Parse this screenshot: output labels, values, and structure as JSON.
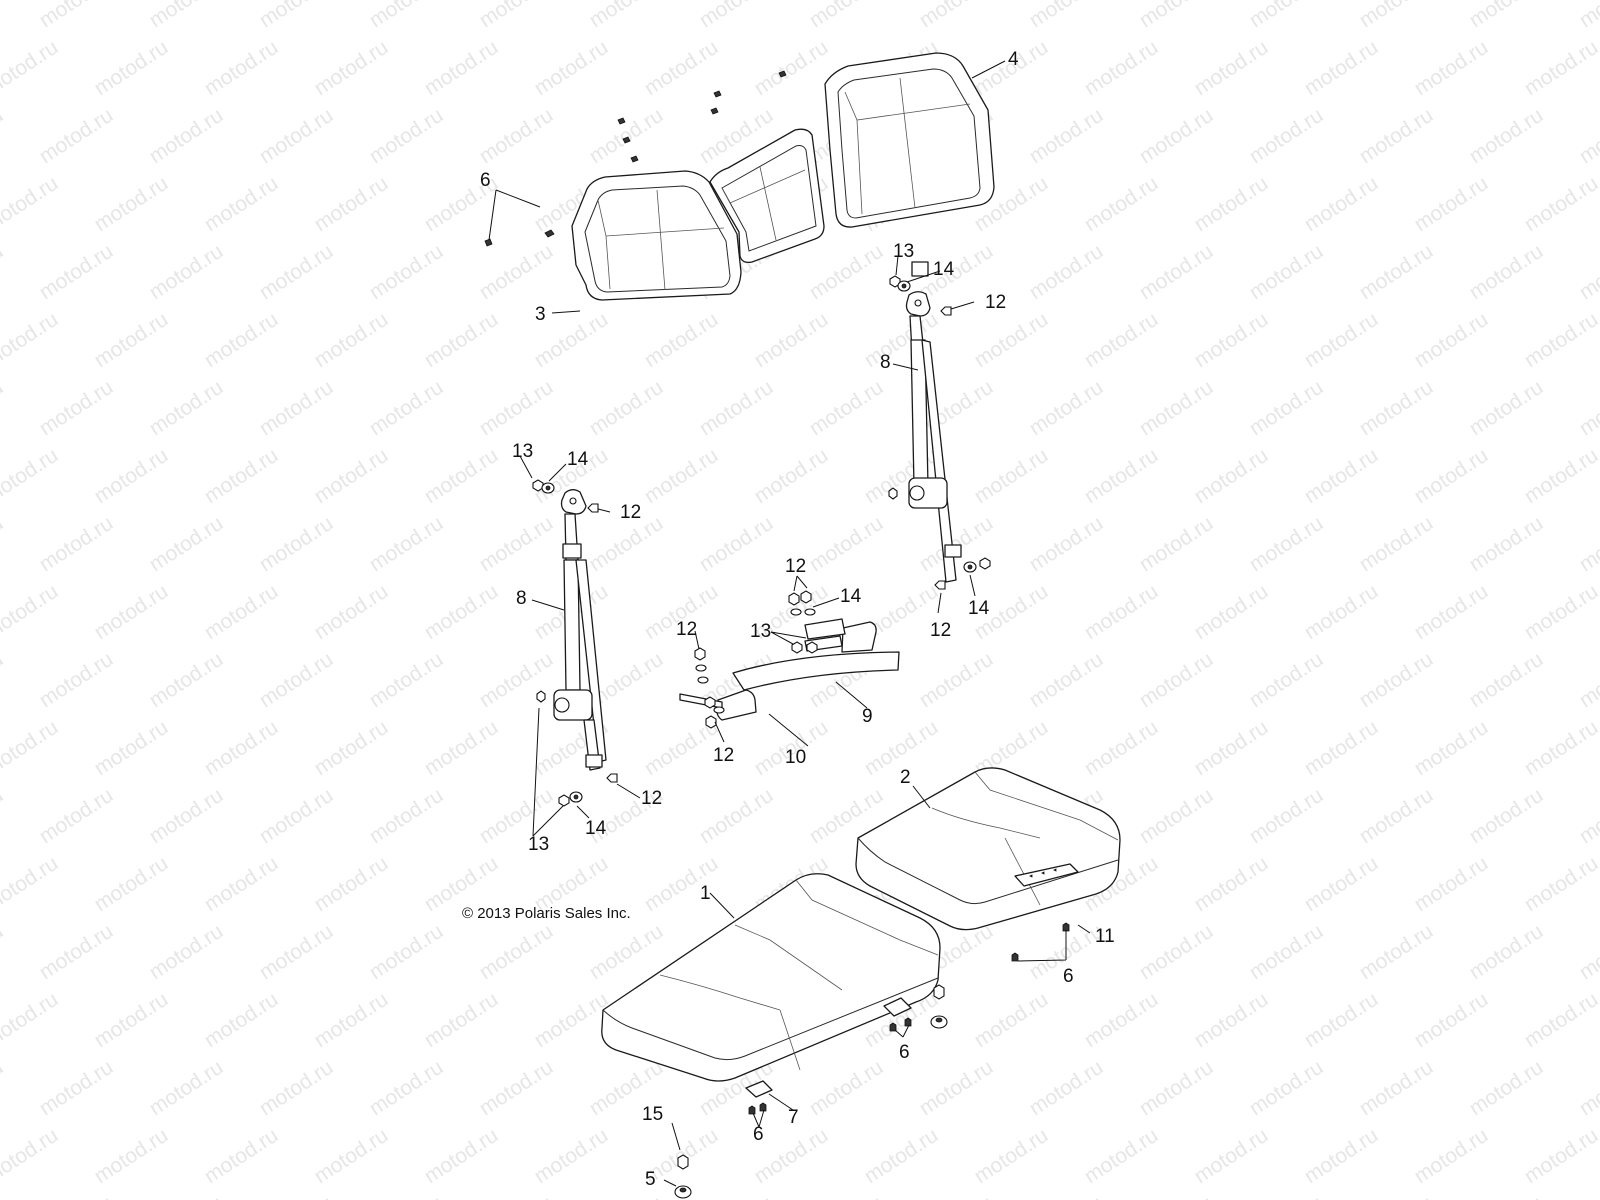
{
  "watermark": "motod.ru",
  "copyright": "© 2013 Polaris Sales Inc.",
  "callouts": [
    {
      "key": "c1",
      "label": "1"
    },
    {
      "key": "c2",
      "label": "2"
    },
    {
      "key": "c3",
      "label": "3"
    },
    {
      "key": "c4",
      "label": "4"
    },
    {
      "key": "c5",
      "label": "5"
    },
    {
      "key": "c6a",
      "label": "6"
    },
    {
      "key": "c6b",
      "label": "6"
    },
    {
      "key": "c6c",
      "label": "6"
    },
    {
      "key": "c6d",
      "label": "6"
    },
    {
      "key": "c7",
      "label": "7"
    },
    {
      "key": "c8a",
      "label": "8"
    },
    {
      "key": "c8b",
      "label": "8"
    },
    {
      "key": "c9",
      "label": "9"
    },
    {
      "key": "c10",
      "label": "10"
    },
    {
      "key": "c11",
      "label": "11"
    },
    {
      "key": "c12a",
      "label": "12"
    },
    {
      "key": "c12b",
      "label": "12"
    },
    {
      "key": "c12c",
      "label": "12"
    },
    {
      "key": "c12d",
      "label": "12"
    },
    {
      "key": "c12e",
      "label": "12"
    },
    {
      "key": "c12f",
      "label": "12"
    },
    {
      "key": "c12g",
      "label": "12"
    },
    {
      "key": "c13a",
      "label": "13"
    },
    {
      "key": "c13b",
      "label": "13"
    },
    {
      "key": "c13c",
      "label": "13"
    },
    {
      "key": "c13d",
      "label": "13"
    },
    {
      "key": "c14a",
      "label": "14"
    },
    {
      "key": "c14b",
      "label": "14"
    },
    {
      "key": "c14c",
      "label": "14"
    },
    {
      "key": "c14d",
      "label": "14"
    },
    {
      "key": "c14e",
      "label": "14"
    },
    {
      "key": "c15",
      "label": "15"
    }
  ]
}
